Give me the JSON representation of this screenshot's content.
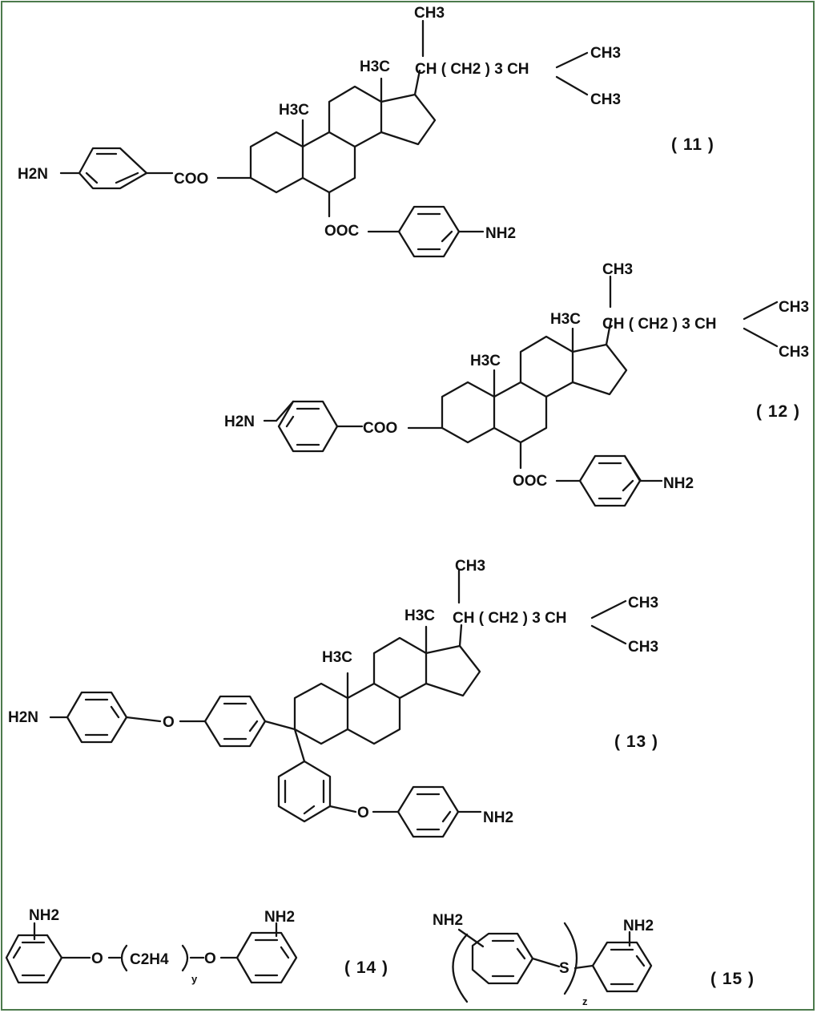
{
  "compounds": [
    {
      "number": "( 11 )",
      "labels": {
        "top_methyl": "CH3",
        "c13_methyl": "H3C",
        "c10_methyl": "H3C",
        "chain": "CH ( CH2 ) 3 CH",
        "iso_methyl_1": "CH3",
        "iso_methyl_2": "CH3",
        "amine_left": "H2N",
        "ester_3": "COO",
        "ester_6": "OOC",
        "amine_right": "NH2"
      }
    },
    {
      "number": "( 12 )",
      "labels": {
        "top_methyl": "CH3",
        "c13_methyl": "H3C",
        "c10_methyl": "H3C",
        "chain": "CH ( CH2 ) 3 CH",
        "iso_methyl_1": "CH3",
        "iso_methyl_2": "CH3",
        "amine_left": "H2N",
        "ester_3": "COO",
        "ester_6": "OOC",
        "amine_right": "NH2"
      }
    },
    {
      "number": "( 13 )",
      "labels": {
        "top_methyl": "CH3",
        "c13_methyl": "H3C",
        "c10_methyl": "H3C",
        "chain": "CH ( CH2 ) 3 CH",
        "iso_methyl_1": "CH3",
        "iso_methyl_2": "CH3",
        "amine_left": "H2N",
        "ether_1": "O",
        "ether_2": "O",
        "amine_right": "NH2"
      }
    },
    {
      "number": "( 14 )",
      "labels": {
        "amine_1": "NH2",
        "amine_2": "NH2",
        "linker": "O",
        "repeat_unit": "C2H4",
        "subscript": "y",
        "linker_2": "O"
      }
    },
    {
      "number": "( 15 )",
      "labels": {
        "amine_1": "NH2",
        "amine_2": "NH2",
        "sulfur": "S",
        "subscript": "z"
      }
    }
  ]
}
